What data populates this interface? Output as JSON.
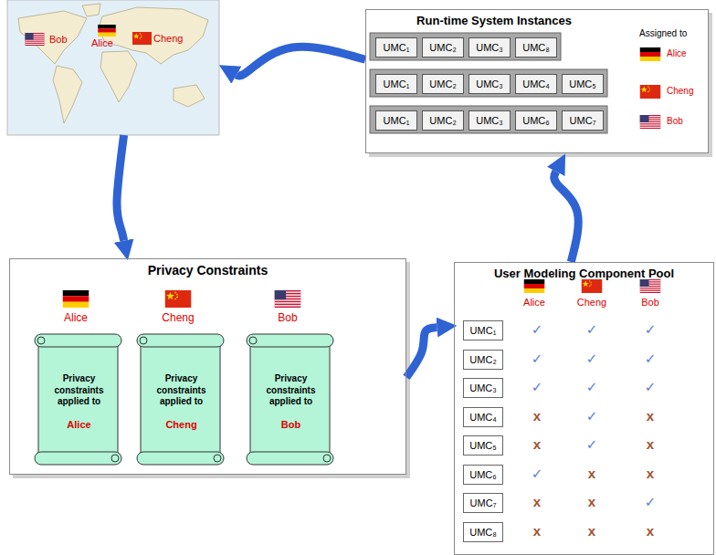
{
  "diagram": {
    "nodes": [
      {
        "text": [
          "Bob",
          "Alice",
          "Cheng"
        ]
      },
      {
        "text": [
          "Run-time System Instances"
        ]
      },
      {
        "text": [
          "UMC₁"
        ],
        "in": 1
      },
      {
        "text": [
          "UMC₂"
        ],
        "in": 1
      },
      {
        "text": [
          "UMC₃"
        ],
        "in": 1
      },
      {
        "text": [
          "UMC₈"
        ],
        "in": 1
      },
      {
        "text": [
          "UMC₁"
        ],
        "in": 1
      },
      {
        "text": [
          "UMC₂"
        ],
        "in": 1
      },
      {
        "text": [
          "UMC₃"
        ],
        "in": 1
      },
      {
        "text": [
          "UMC₄"
        ],
        "in": 1
      },
      {
        "text": [
          "UMC₅"
        ],
        "in": 1
      },
      {
        "text": [
          "UMC₁"
        ],
        "in": 1
      },
      {
        "text": [
          "UMC₂"
        ],
        "in": 1
      },
      {
        "text": [
          "UMC₃"
        ],
        "in": 1
      },
      {
        "text": [
          "UMC₆"
        ],
        "in": 1
      },
      {
        "text": [
          "UMC₇"
        ],
        "in": 1
      },
      {
        "text": [
          "Privacy Constraints"
        ]
      },
      {
        "text": [
          "Privacy constraints applied to",
          "Alice"
        ],
        "in": 16
      },
      {
        "text": [
          "Privacy constraints applied to",
          "Cheng"
        ],
        "in": 16
      },
      {
        "text": [
          "Privacy constraints applied to",
          "Bob"
        ],
        "in": 16
      },
      {
        "text": [
          "User Modeling Component Pool"
        ]
      },
      {
        "text": [
          "UMC₁"
        ],
        "in": 20
      },
      {
        "text": [
          "UMC₂"
        ],
        "in": 20
      },
      {
        "text": [
          "UMC₃"
        ],
        "in": 20
      },
      {
        "text": [
          "UMC₄"
        ],
        "in": 20
      },
      {
        "text": [
          "UMC₅"
        ],
        "in": 20
      },
      {
        "text": [
          "UMC₆"
        ],
        "in": 20
      },
      {
        "text": [
          "UMC₇"
        ],
        "in": 20
      },
      {
        "text": [
          "UMC₈"
        ],
        "in": 20
      }
    ],
    "edges": [
      {
        "from": 1,
        "to": 0,
        "arrow": "to"
      },
      {
        "from": 0,
        "to": 16,
        "arrow": "to"
      },
      {
        "from": 16,
        "to": 20,
        "arrow": "to"
      },
      {
        "from": 20,
        "to": 1,
        "arrow": "to"
      }
    ],
    "labels": [
      "Assigned to",
      "Alice",
      "Cheng",
      "Bob",
      "Alice",
      "Cheng",
      "Bob",
      "Alice",
      "Cheng",
      "Bob",
      "✓",
      "✓",
      "✓",
      "✓",
      "✓",
      "✓",
      "✓",
      "✓",
      "✓",
      "x",
      "✓",
      "x",
      "x",
      "✓",
      "x",
      "✓",
      "x",
      "x",
      "x",
      "x",
      "✓",
      "x",
      "x",
      "x"
    ]
  }
}
